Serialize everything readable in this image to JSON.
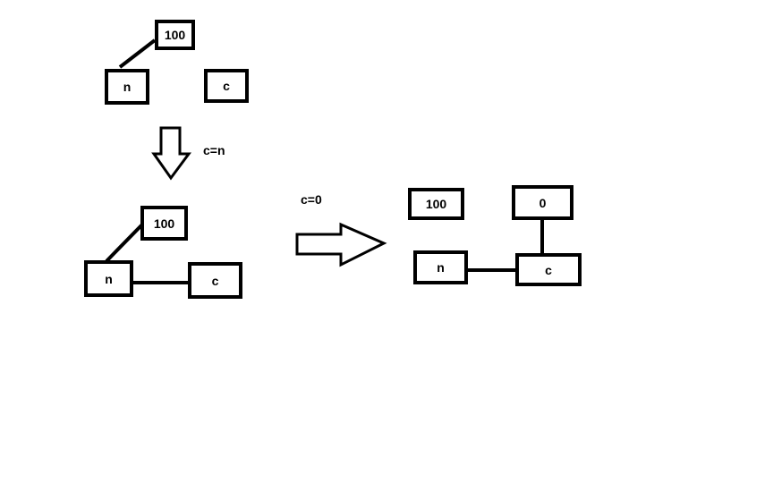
{
  "step1": {
    "value_box": "100",
    "n_box": "n",
    "c_box": "c"
  },
  "arrow_down_label": "c=n",
  "step2": {
    "value_box": "100",
    "n_box": "n",
    "c_box": "c"
  },
  "arrow_right_label": "c=0",
  "step3": {
    "value_box": "100",
    "zero_box": "0",
    "n_box": "n",
    "c_box": "c"
  }
}
